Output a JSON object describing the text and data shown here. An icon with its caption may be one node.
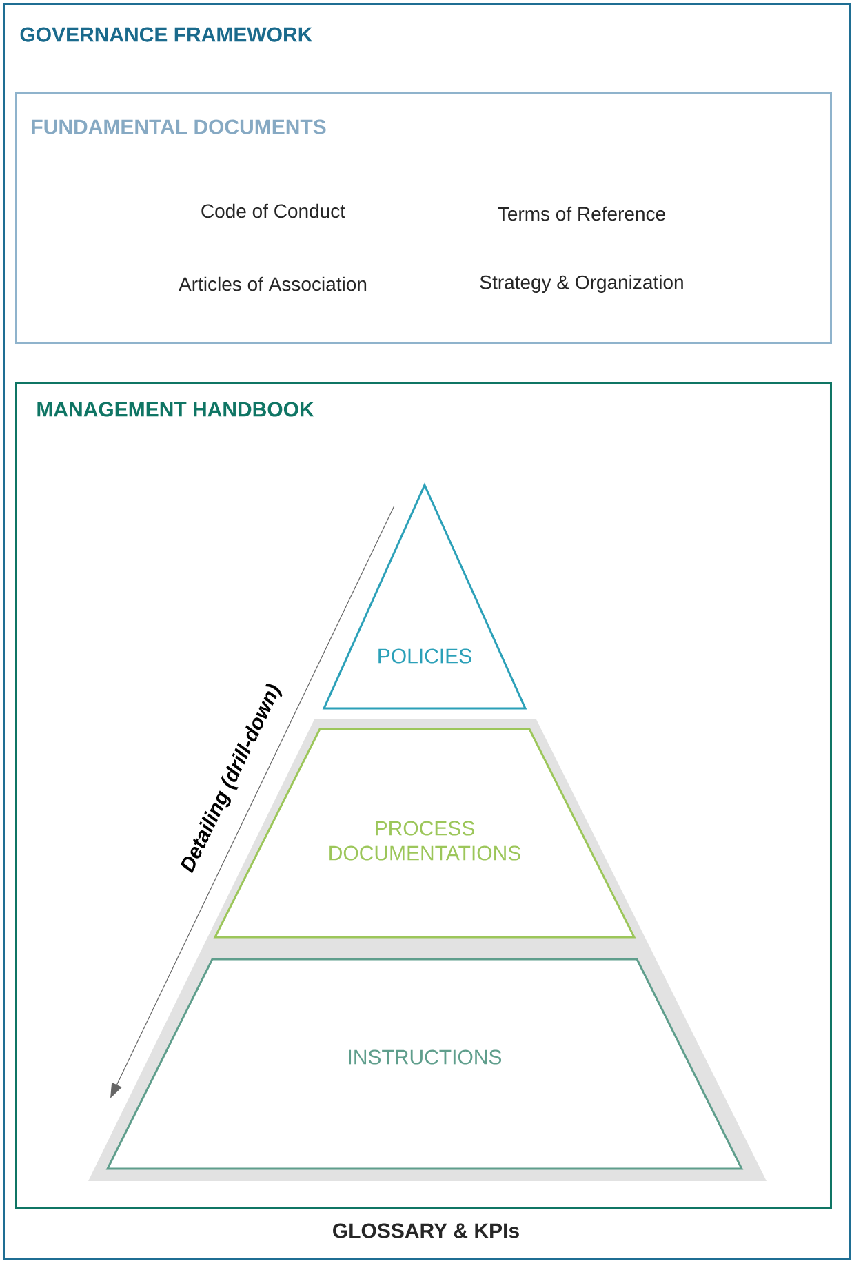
{
  "diagram": {
    "nodes": [
      {
        "text": [
          "GOVERNANCE FRAMEWORK",
          "GLOSSARY & KPIs"
        ]
      },
      {
        "text": [
          "FUNDAMENTAL DOCUMENTS"
        ],
        "in": 0
      },
      {
        "text": [
          "MANAGEMENT HANDBOOK"
        ],
        "in": 0
      },
      {
        "text": [
          "POLICIES"
        ],
        "in": 2
      },
      {
        "text": [
          "PROCESS DOCUMENTATIONS"
        ],
        "in": 2
      },
      {
        "text": [
          "INSTRUCTIONS"
        ],
        "in": 2
      }
    ],
    "edges": [],
    "labels": [
      "Code of Conduct",
      "Terms of Reference",
      "Articles of Association",
      "Strategy & Organization",
      "Detailing (drill-down)"
    ]
  }
}
